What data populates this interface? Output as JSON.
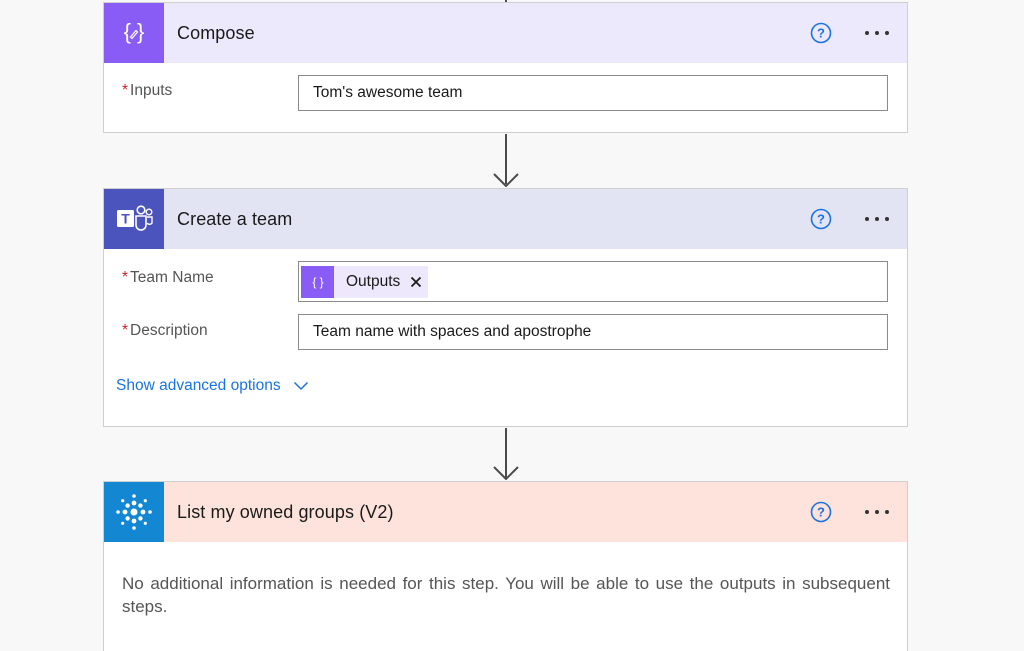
{
  "compose": {
    "title": "Compose",
    "inputs_label": "Inputs",
    "inputs_value": "Tom's awesome team"
  },
  "create_team": {
    "title": "Create a team",
    "team_name_label": "Team Name",
    "team_name_token": "Outputs",
    "description_label": "Description",
    "description_value": "Team name with spaces and apostrophe",
    "advanced_label": "Show advanced options"
  },
  "list_groups": {
    "title": "List my owned groups (V2)",
    "info": "No additional information is needed for this step. You will be able to use the outputs in subsequent steps."
  },
  "required_marker": "*",
  "colors": {
    "compose_header": "#ede9fd",
    "compose_icon": "#8a5cf6",
    "teams_header": "#e2e3f3",
    "teams_icon": "#4b53bc",
    "groups_header": "#fde3db",
    "groups_icon": "#1487d3",
    "link": "#1a73e0",
    "help": "#1a73e0"
  },
  "icons": {
    "compose": "compose-braces-icon",
    "teams": "teams-logo-icon",
    "groups": "groups-dots-icon",
    "help": "help-circle-icon",
    "more": "more-dots-icon",
    "chevron": "chevron-down-icon",
    "close": "close-icon",
    "arrow": "arrow-down-icon"
  }
}
